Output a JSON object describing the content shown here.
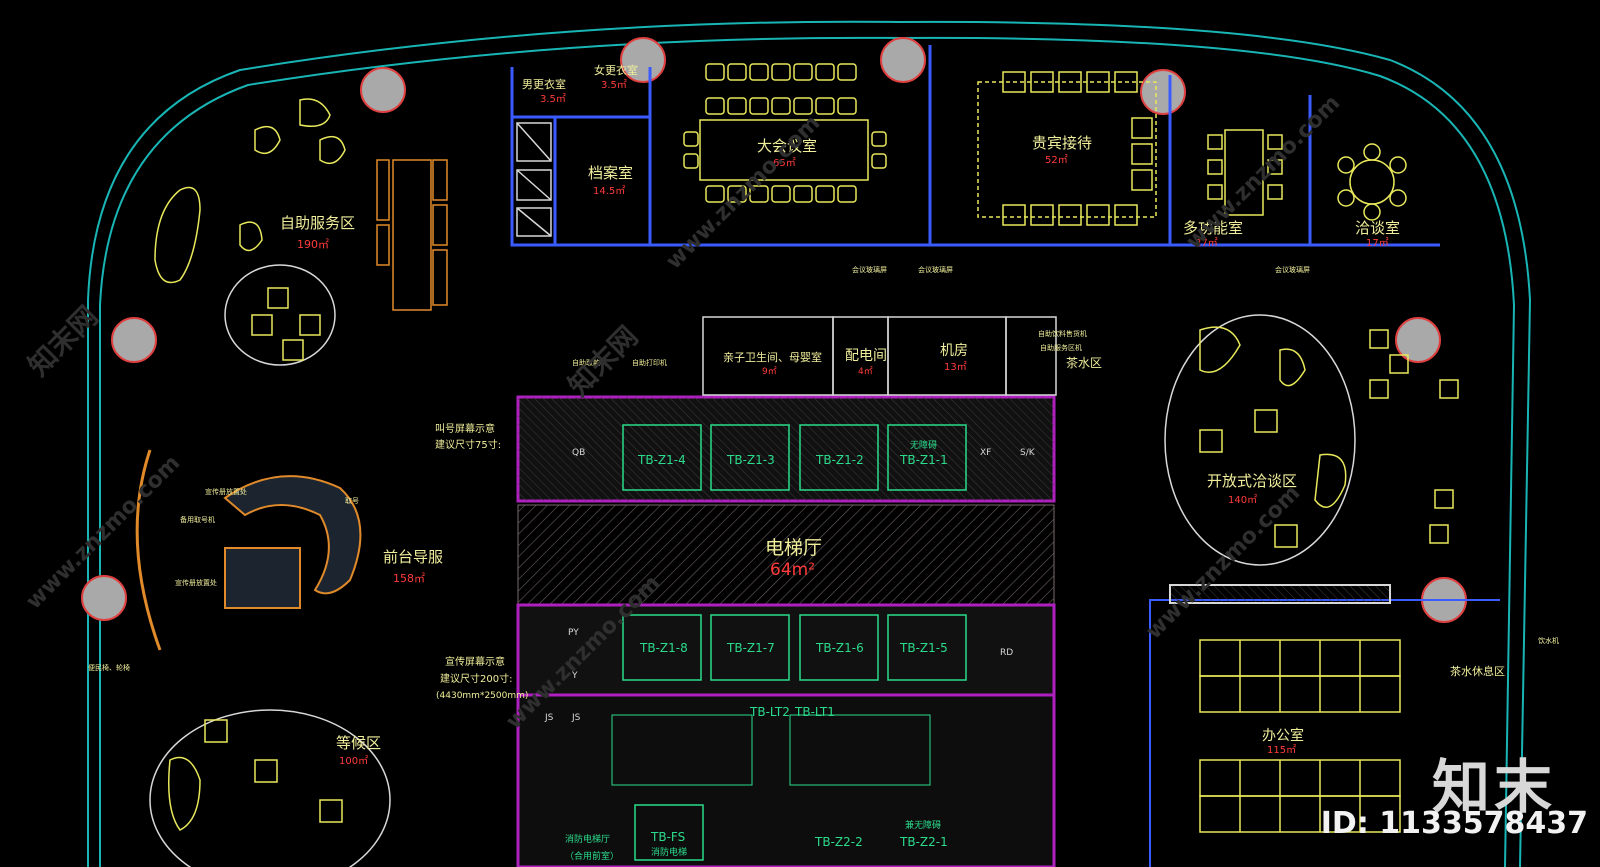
{
  "rooms": {
    "self_service": {
      "name": "自助服务区",
      "area": "190㎡"
    },
    "male_locker": {
      "name": "男更衣室",
      "area": "3.5㎡"
    },
    "female_locker": {
      "name": "女更衣室",
      "area": "3.5㎡"
    },
    "archive": {
      "name": "档案室",
      "area": "14.5㎡"
    },
    "big_meeting": {
      "name": "大会议室",
      "area": "65㎡"
    },
    "vip_reception": {
      "name": "贵宾接待",
      "area": "52㎡"
    },
    "multi_function": {
      "name": "多功能室",
      "area": "27㎡"
    },
    "negotiation": {
      "name": "洽谈室",
      "area": "17㎡"
    },
    "family_restroom": {
      "name": "亲子卫生间、母婴室",
      "area": "9㎡"
    },
    "electrical": {
      "name": "配电间",
      "area": "4㎡"
    },
    "machine": {
      "name": "机房",
      "area": "13㎡"
    },
    "tea_zone": {
      "name": "茶水区"
    },
    "open_negotiation": {
      "name": "开放式洽谈区",
      "area": "140㎡"
    },
    "reception": {
      "name": "前台导服",
      "area": "158㎡"
    },
    "elevator_hall": {
      "name": "电梯厅",
      "area": "64m²"
    },
    "waiting": {
      "name": "等候区",
      "area": "100㎡"
    },
    "office": {
      "name": "办公室",
      "area": "115㎡"
    },
    "tea_break": {
      "name": "茶水休息区"
    }
  },
  "elevators": {
    "top": [
      "TB-Z1-4",
      "TB-Z1-3",
      "TB-Z1-2",
      "TB-Z1-1"
    ],
    "middle": [
      "TB-Z1-8",
      "TB-Z1-7",
      "TB-Z1-6",
      "TB-Z1-5"
    ],
    "stairs": [
      "TB-LT2",
      "TB-LT1"
    ],
    "bottom": [
      "TB-FS",
      "TB-Z2-2",
      "TB-Z2-1"
    ],
    "barrier_free_1": "无障碍",
    "barrier_free_2": "兼无障碍",
    "fire_hall": "消防电梯厅",
    "fire_sub": "（合用前室）",
    "fire_label": "消防电梯"
  },
  "notes": {
    "queue_screen_1": "叫号屏幕示意",
    "queue_screen_2": "建议尺寸75寸:",
    "promo_screen_1": "宣传屏幕示意",
    "promo_screen_2": "建议尺寸200寸:",
    "promo_screen_3": "(4430mm*2500mm)",
    "machine_cash": "自助取款机",
    "self_print": "自助打印机",
    "cabinet": "自助服务区机",
    "promo_top": "宣传册放置处",
    "backup_call": "备用取号机",
    "promo_bottom": "宣传册放置处",
    "take_number": "取号",
    "seating": "便民椅、轮椅",
    "meeting_glass_1": "会议玻璃屏",
    "meeting_glass_2": "会议玻璃屏",
    "meeting_glass_3": "会议玻璃屏",
    "water_machine": "饮水机",
    "self_water": "自助饮料售货机"
  },
  "shaft_labels": [
    "QB",
    "XF",
    "S/K",
    "PY",
    "Y",
    "RD",
    "JS",
    "JS"
  ],
  "colors": {
    "wall": "#19b5b5",
    "furniture": "#e8e85a",
    "room_text": "#f0ee9a",
    "area_text": "#ff3b3b",
    "partition": "#3a5cff",
    "shaft": "#b020c0",
    "hatch": "#7a6a6a",
    "elevator": "#2bdc8c",
    "orange": "#e08a2a"
  },
  "watermark": {
    "site": "www.znzmo.com",
    "cn": "知末网"
  },
  "brand": {
    "logo": "知末",
    "id": "ID: 1133578437"
  }
}
